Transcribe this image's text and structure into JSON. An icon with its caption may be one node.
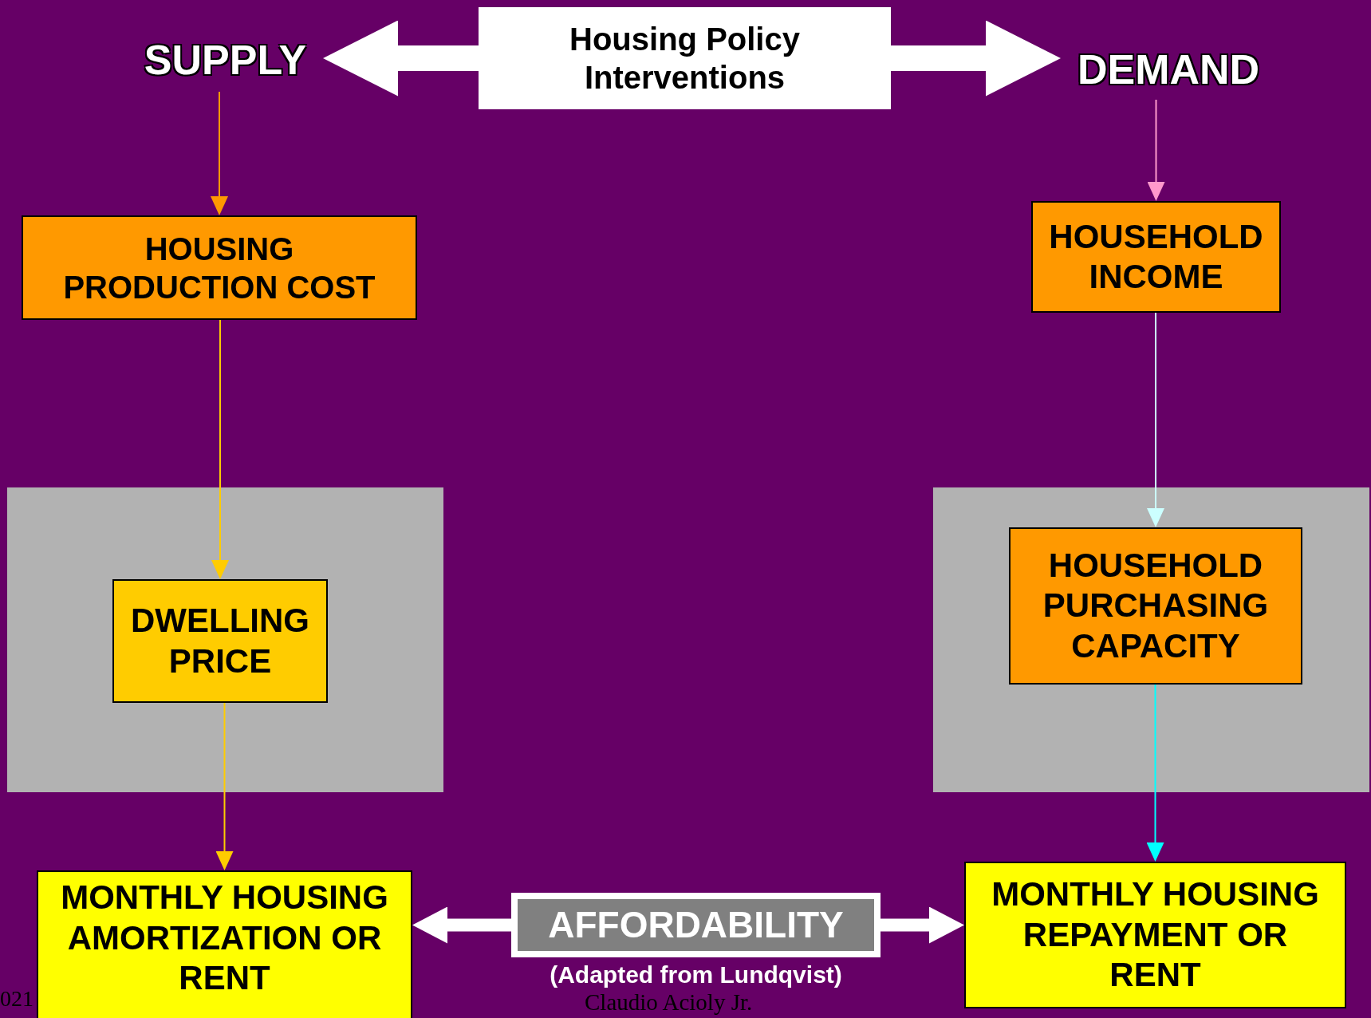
{
  "diagram": {
    "nodes": [
      {
        "text": [
          "Housing Policy Interventions"
        ]
      },
      {
        "text": [
          "SUPPLY"
        ]
      },
      {
        "text": [
          "DEMAND"
        ]
      },
      {
        "text": [
          "HOUSING PRODUCTION COST"
        ]
      },
      {
        "text": [
          "HOUSEHOLD INCOME"
        ]
      },
      {
        "text": [],
        "shape": "box"
      },
      {
        "text": [
          "DWELLING PRICE"
        ],
        "in": 5
      },
      {
        "text": [],
        "shape": "box"
      },
      {
        "text": [
          "HOUSEHOLD PURCHASING CAPACITY"
        ],
        "in": 7
      },
      {
        "text": [
          "MONTHLY HOUSING AMORTIZATION OR RENT"
        ]
      },
      {
        "text": [
          "AFFORDABILITY"
        ],
        "beside": [
          "(Adapted from Lundqvist)"
        ]
      },
      {
        "text": [
          "MONTHLY HOUSING REPAYMENT OR RENT"
        ]
      }
    ],
    "edges": [
      {
        "from": 0,
        "to": 1,
        "arrow": "to",
        "style": "thick",
        "color": "#ffffff"
      },
      {
        "from": 0,
        "to": 2,
        "arrow": "to",
        "style": "thick",
        "color": "#ffffff"
      },
      {
        "from": 1,
        "to": 3,
        "arrow": "to",
        "color": "#ff9900"
      },
      {
        "from": 3,
        "to": 6,
        "arrow": "to",
        "color": "#ffcc00"
      },
      {
        "from": 6,
        "to": 9,
        "arrow": "to",
        "color": "#ffcc00"
      },
      {
        "from": 2,
        "to": 4,
        "arrow": "to",
        "color": "#ff99cc"
      },
      {
        "from": 4,
        "to": 8,
        "arrow": "to",
        "color": "#ccffff"
      },
      {
        "from": 8,
        "to": 11,
        "arrow": "to",
        "color": "#00ffff"
      },
      {
        "from": 10,
        "to": 9,
        "arrow": "to",
        "style": "thick",
        "color": "#ffffff"
      },
      {
        "from": 10,
        "to": 11,
        "arrow": "to",
        "style": "thick",
        "color": "#ffffff"
      }
    ],
    "labels": [
      "021",
      "Claudio Acioly Jr."
    ]
  }
}
